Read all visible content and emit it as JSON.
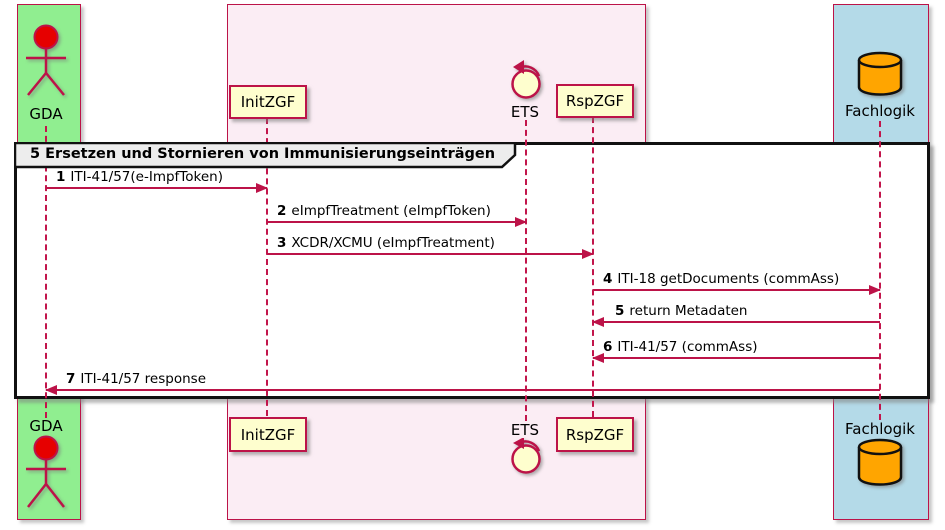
{
  "frame": {
    "title": "5 Ersetzen und Stornieren von Immunisierungseinträgen"
  },
  "participants": {
    "gda": {
      "label": "GDA",
      "type": "actor"
    },
    "initzgf": {
      "label": "InitZGF",
      "type": "participant"
    },
    "ets": {
      "label": "ETS",
      "type": "control"
    },
    "rspzgf": {
      "label": "RspZGF",
      "type": "participant"
    },
    "fachlogik": {
      "label": "Fachlogik",
      "type": "database"
    }
  },
  "messages": [
    {
      "num": "1",
      "text": "ITI-41/57(e-ImpfToken)",
      "from": "GDA",
      "to": "InitZGF",
      "direction": "right"
    },
    {
      "num": "2",
      "text": "eImpfTreatment (eImpfToken)",
      "from": "InitZGF",
      "to": "ETS",
      "direction": "right"
    },
    {
      "num": "3",
      "text": "XCDR/XCMU (eImpfTreatment)",
      "from": "InitZGF",
      "to": "RspZGF",
      "direction": "right"
    },
    {
      "num": "4",
      "text": "ITI-18 getDocuments (commAss)",
      "from": "RspZGF",
      "to": "Fachlogik",
      "direction": "right"
    },
    {
      "num": "5",
      "text": "return Metadaten",
      "from": "Fachlogik",
      "to": "RspZGF",
      "direction": "left"
    },
    {
      "num": "6",
      "text": "ITI-41/57 (commAss)",
      "from": "RspZGF",
      "to": "Fachlogik",
      "direction": "right"
    },
    {
      "num": "7",
      "text": "ITI-41/57 response",
      "from": "Fachlogik",
      "to": "GDA",
      "direction": "left"
    }
  ],
  "colors": {
    "arrow": "#BC1348",
    "participant_fill": "#FEFECE",
    "actor_lane_fill": "#90EE90",
    "zgf_lane_fill": "#FBEDF4",
    "fachlogik_lane_fill": "#B4DAE8",
    "database_fill": "#FFA500",
    "actor_head_fill": "#E60000",
    "frame_tab_fill": "#EDEDED"
  }
}
